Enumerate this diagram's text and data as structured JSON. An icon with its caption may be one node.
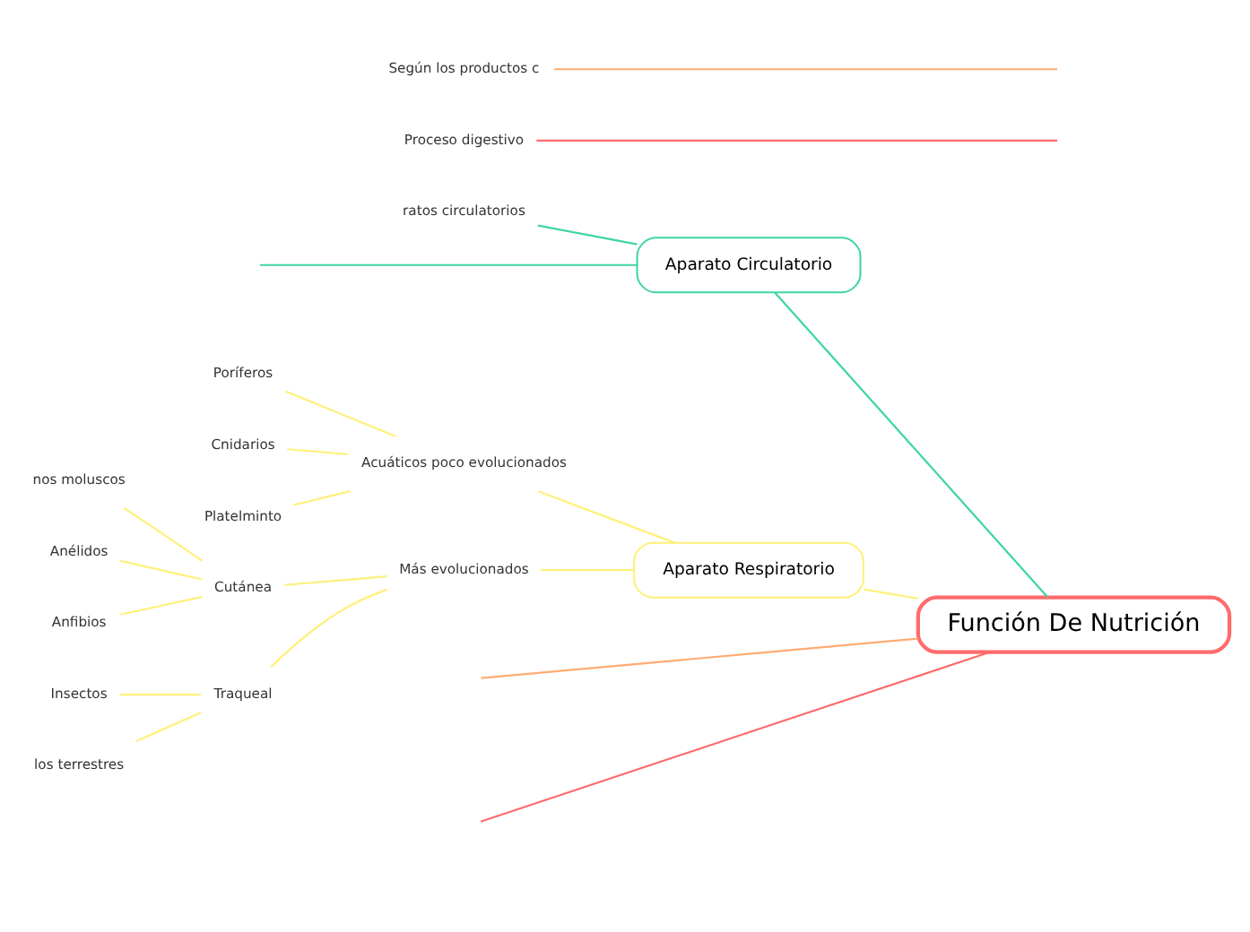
{
  "diagram": {
    "nodes": [
      {
        "text": [
          "Función De Nutrición"
        ]
      },
      {
        "text": [
          "Aparato Circulatorio"
        ]
      },
      {
        "text": [
          "ratos circulatorios"
        ]
      },
      {
        "text": [
          "Proceso digestivo"
        ]
      },
      {
        "text": [
          "Aparato Respiratorio"
        ]
      },
      {
        "text": [
          "Acuáticos poco evolucionados"
        ]
      },
      {
        "text": [
          "Poríferos"
        ]
      },
      {
        "text": [
          "Cnidarios"
        ]
      },
      {
        "text": [
          "Platelminto"
        ]
      },
      {
        "text": [
          "Más evolucionados"
        ]
      },
      {
        "text": [
          "Cutánea"
        ]
      },
      {
        "text": [
          "nos moluscos"
        ]
      },
      {
        "text": [
          "Anélidos"
        ]
      },
      {
        "text": [
          "Anfibios"
        ]
      },
      {
        "text": [
          "Traqueal"
        ]
      },
      {
        "text": [
          "Insectos"
        ]
      },
      {
        "text": [
          "los terrestres"
        ]
      },
      {
        "text": [
          "Según los productos c"
        ]
      }
    ],
    "edges": [
      {
        "from": 0,
        "to": 1,
        "arrow": "none",
        "color": "#3ed6a0"
      },
      {
        "from": 1,
        "to": null,
        "arrow": "none",
        "color": "#3ed6a0"
      },
      {
        "from": 1,
        "to": 2,
        "arrow": "none",
        "color": "#3ed6a0"
      },
      {
        "from": 0,
        "to": null,
        "arrow": "none",
        "color": "#ff6b6b"
      },
      {
        "from": null,
        "to": 3,
        "arrow": "none",
        "color": "#ff6b6b"
      },
      {
        "from": 0,
        "to": 4,
        "arrow": "none"
      },
      {
        "from": 4,
        "to": 5,
        "arrow": "none"
      },
      {
        "from": 5,
        "to": 6,
        "arrow": "none"
      },
      {
        "from": 5,
        "to": 7,
        "arrow": "none"
      },
      {
        "from": 5,
        "to": 8,
        "arrow": "none"
      },
      {
        "from": 4,
        "to": 9,
        "arrow": "none"
      },
      {
        "from": 9,
        "to": 10,
        "arrow": "none"
      },
      {
        "from": 10,
        "to": 11,
        "arrow": "none"
      },
      {
        "from": 10,
        "to": 12,
        "arrow": "none"
      },
      {
        "from": 10,
        "to": 13,
        "arrow": "none"
      },
      {
        "from": 9,
        "to": 14,
        "arrow": "none"
      },
      {
        "from": 14,
        "to": 15,
        "arrow": "none"
      },
      {
        "from": 14,
        "to": 16,
        "arrow": "none"
      },
      {
        "from": 0,
        "to": null,
        "arrow": "none",
        "color": "#ffab73"
      },
      {
        "from": null,
        "to": 17,
        "arrow": "none",
        "color": "#ffab73"
      }
    ]
  }
}
